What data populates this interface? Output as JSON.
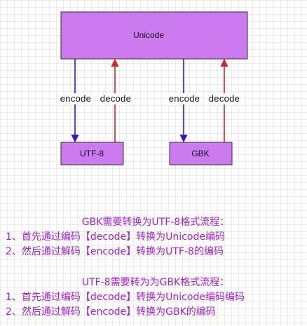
{
  "diagram": {
    "nodes": {
      "unicode": "Unicode",
      "utf8": "UTF-8",
      "gbk": "GBK"
    },
    "edges": {
      "utf8_encode": "encode",
      "utf8_decode": "decode",
      "gbk_encode": "encode",
      "gbk_decode": "decode"
    },
    "colors": {
      "box_fill": "#cc7af0",
      "box_border": "#333333",
      "encode_arrow": "#3d10cc",
      "decode_arrow": "#e02020",
      "text": "#a51fd6"
    }
  },
  "notes": {
    "gbk_to_utf8": {
      "title": "GBK需要转换为UTF-8格式流程：",
      "steps": [
        "1、首先通过编码【decode】转换为Unicode编码",
        "2、然后通过解码【encode】转换为UTF-8的编码"
      ]
    },
    "utf8_to_gbk": {
      "title": "UTF-8需要转为为GBK格式流程：",
      "steps": [
        "1、首先通过编码【decode】转换为Unicode编码编码",
        "2、然后通过解码【encode】转换为GBK的编码"
      ]
    }
  }
}
